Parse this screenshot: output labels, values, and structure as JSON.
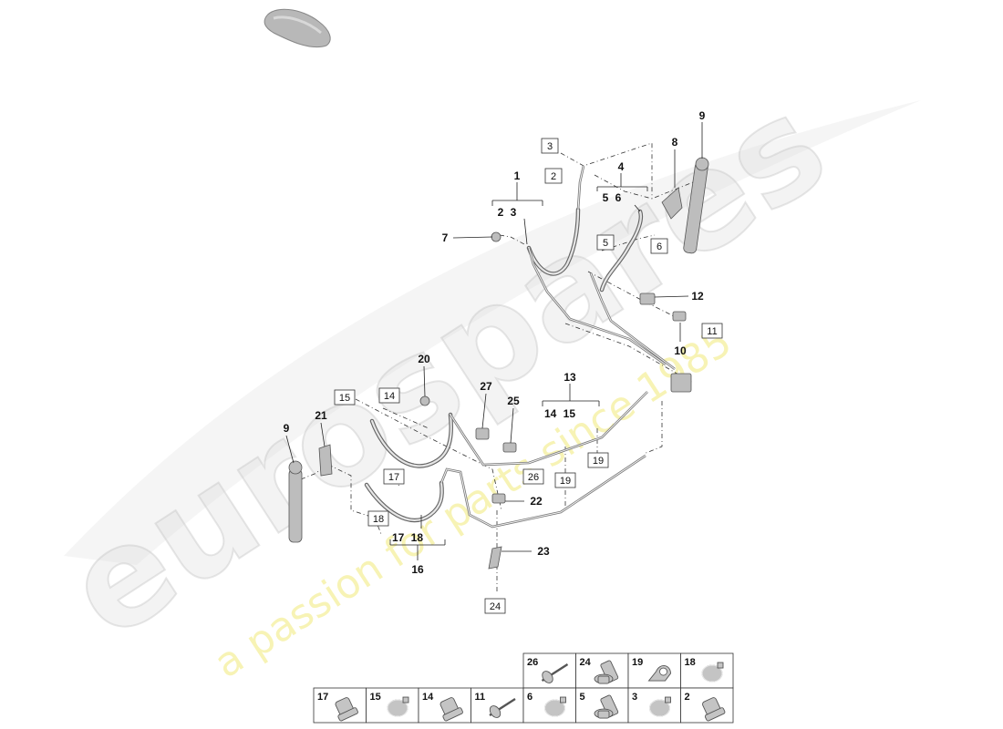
{
  "watermark": {
    "brand": "eurospares",
    "tagline": "a passion for parts since 1985"
  },
  "callouts": {
    "c1": "1",
    "c1_sub": "2 3",
    "c4": "4",
    "c4_sub": "5 6",
    "c7": "7",
    "c8": "8",
    "c9_top": "9",
    "c9_left": "9",
    "c10": "10",
    "c12": "12",
    "c13": "13",
    "c13_sub": "14 15",
    "c16": "16",
    "c16_sub": "17 18",
    "c20": "20",
    "c21": "21",
    "c22": "22",
    "c23": "23",
    "c25": "25",
    "c27": "27"
  },
  "boxed": {
    "b2": "2",
    "b3": "3",
    "b5": "5",
    "b6": "6",
    "b11": "11",
    "b14": "14",
    "b15": "15",
    "b17": "17",
    "b18": "18",
    "b19a": "19",
    "b19b": "19",
    "b24": "24",
    "b26": "26"
  },
  "parts_table": {
    "top_row": [
      {
        "number": "26",
        "icon": "rivet-icon"
      },
      {
        "number": "24",
        "icon": "flange-bolt-icon"
      },
      {
        "number": "19",
        "icon": "p-clip-icon"
      },
      {
        "number": "18",
        "icon": "hose-clamp-icon"
      }
    ],
    "bottom_row": [
      {
        "number": "17",
        "icon": "hollow-bolt-icon"
      },
      {
        "number": "15",
        "icon": "hose-clamp-icon"
      },
      {
        "number": "14",
        "icon": "hollow-bolt-icon"
      },
      {
        "number": "11",
        "icon": "rivet-icon"
      },
      {
        "number": "6",
        "icon": "hose-clamp-icon"
      },
      {
        "number": "5",
        "icon": "flange-bolt-icon"
      },
      {
        "number": "3",
        "icon": "hose-clamp-icon"
      },
      {
        "number": "2",
        "icon": "hollow-bolt-icon"
      }
    ]
  },
  "colors": {
    "watermark_grey": "#dcdcdc",
    "watermark_yellow": "#f4ef9c",
    "part_grey": "#bdbdbd"
  }
}
